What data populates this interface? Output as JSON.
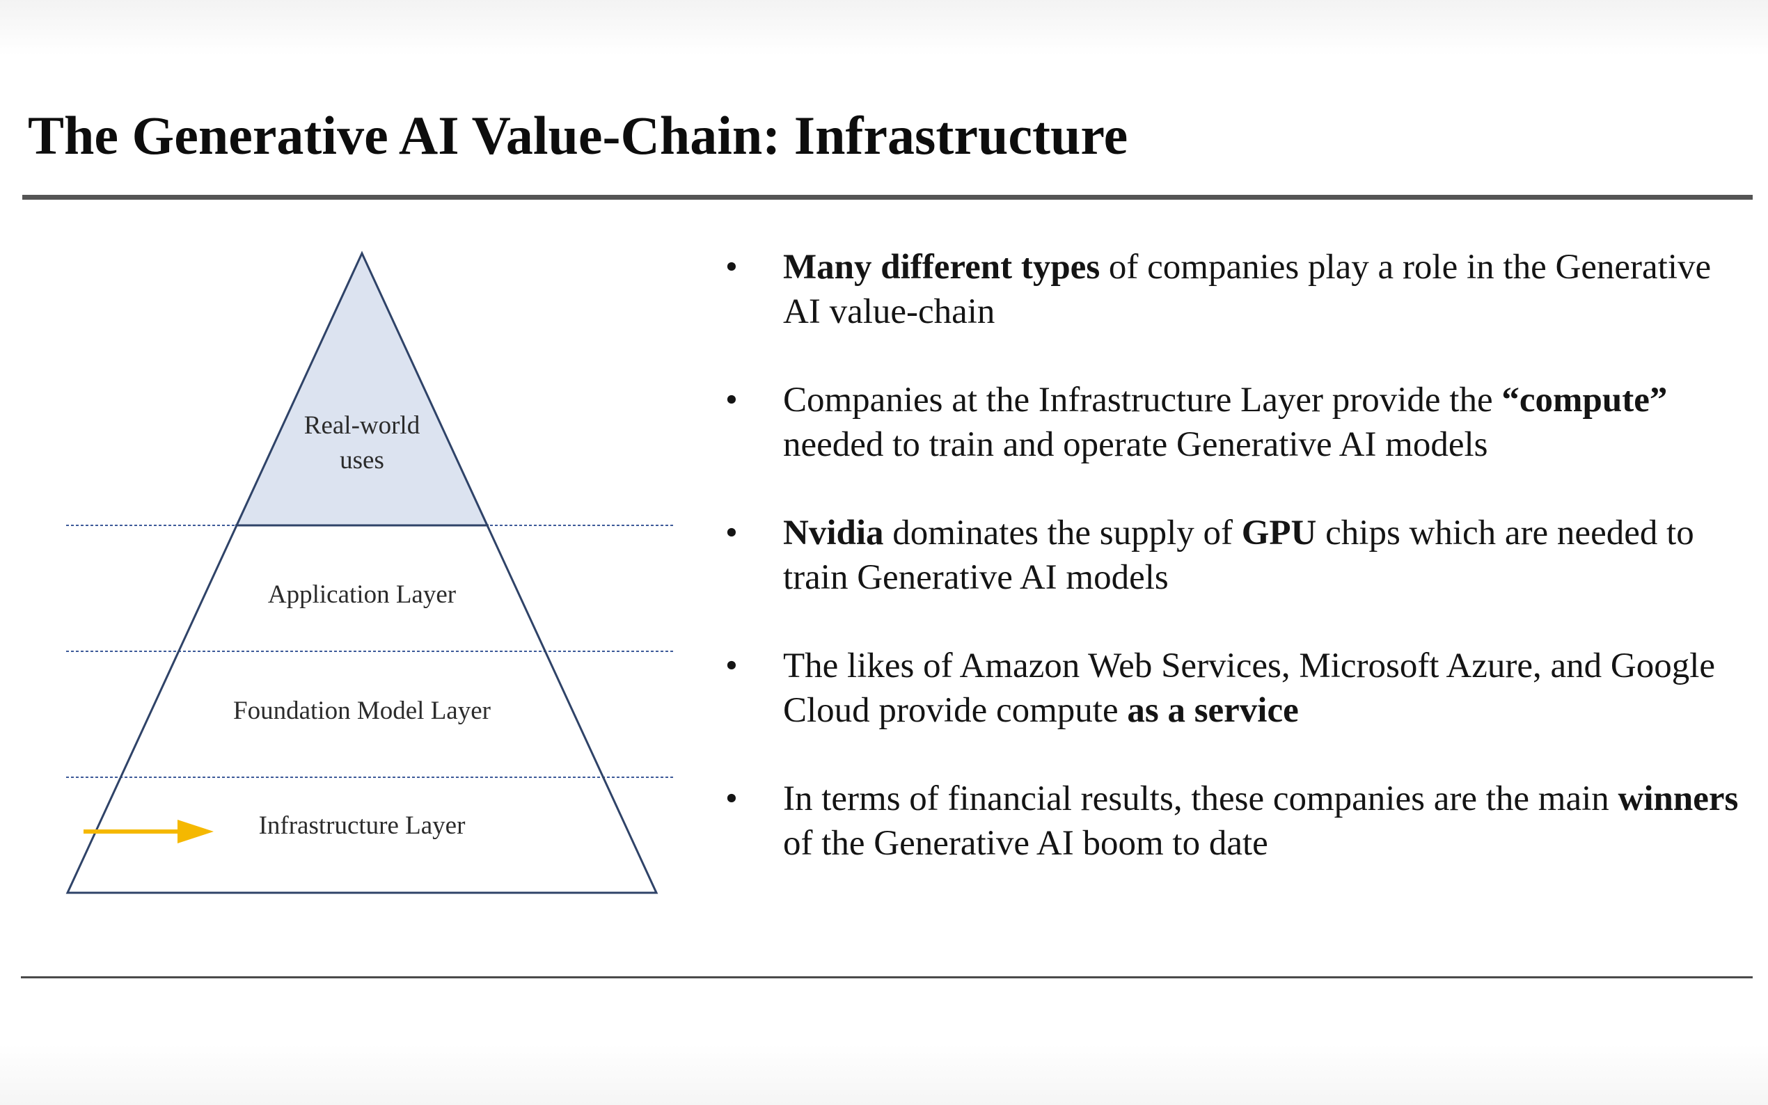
{
  "slide": {
    "title": "The Generative AI Value-Chain: Infrastructure"
  },
  "diagram": {
    "top_label_line1": "Real-world",
    "top_label_line2": "uses",
    "layers": [
      "Application Layer",
      "Foundation Model Layer",
      "Infrastructure Layer"
    ],
    "highlighted_layer": "Infrastructure Layer",
    "colors": {
      "top_fill": "#dce3f0",
      "outline": "#2f4368",
      "divider": "#3d5a99",
      "arrow": "#f5b800"
    }
  },
  "bullets": [
    {
      "parts": [
        {
          "text": "Many different types",
          "bold": true
        },
        {
          "text": " of companies play a role in the Generative AI value-chain",
          "bold": false
        }
      ]
    },
    {
      "parts": [
        {
          "text": "Companies at the Infrastructure Layer provide the ",
          "bold": false
        },
        {
          "text": "“compute”",
          "bold": true
        },
        {
          "text": " needed to train and operate Generative AI models",
          "bold": false
        }
      ]
    },
    {
      "parts": [
        {
          "text": "Nvidia",
          "bold": true
        },
        {
          "text": " dominates the supply of ",
          "bold": false
        },
        {
          "text": "GPU",
          "bold": true
        },
        {
          "text": " chips which are needed to train Generative AI models",
          "bold": false
        }
      ]
    },
    {
      "parts": [
        {
          "text": "The likes of Amazon Web Services, Microsoft Azure, and Google Cloud provide compute ",
          "bold": false
        },
        {
          "text": "as a service",
          "bold": true
        }
      ]
    },
    {
      "parts": [
        {
          "text": "In terms of financial results, these companies are the main ",
          "bold": false
        },
        {
          "text": "winners",
          "bold": true
        },
        {
          "text": " of the Generative AI boom to date",
          "bold": false
        }
      ]
    }
  ],
  "bullet_symbol": "•"
}
